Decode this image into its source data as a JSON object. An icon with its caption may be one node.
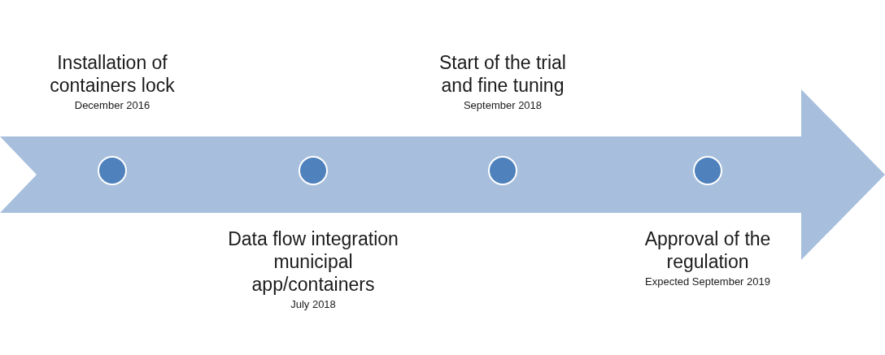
{
  "diagram": {
    "nodes": [
      {
        "text": [],
        "shape": "arrow"
      },
      {
        "text": [],
        "shape": "circle",
        "in": 0,
        "beside": [
          "Installation of containers lock",
          "December 2016"
        ]
      },
      {
        "text": [],
        "shape": "circle",
        "in": 0,
        "beside": [
          "Data flow integration municipal app/containers",
          "July 2018"
        ]
      },
      {
        "text": [],
        "shape": "circle",
        "in": 0,
        "beside": [
          "Start of the trial and fine tuning",
          "September 2018"
        ]
      },
      {
        "text": [],
        "shape": "circle",
        "in": 0,
        "beside": [
          "Approval of the regulation",
          "Expected September 2019"
        ]
      }
    ]
  }
}
